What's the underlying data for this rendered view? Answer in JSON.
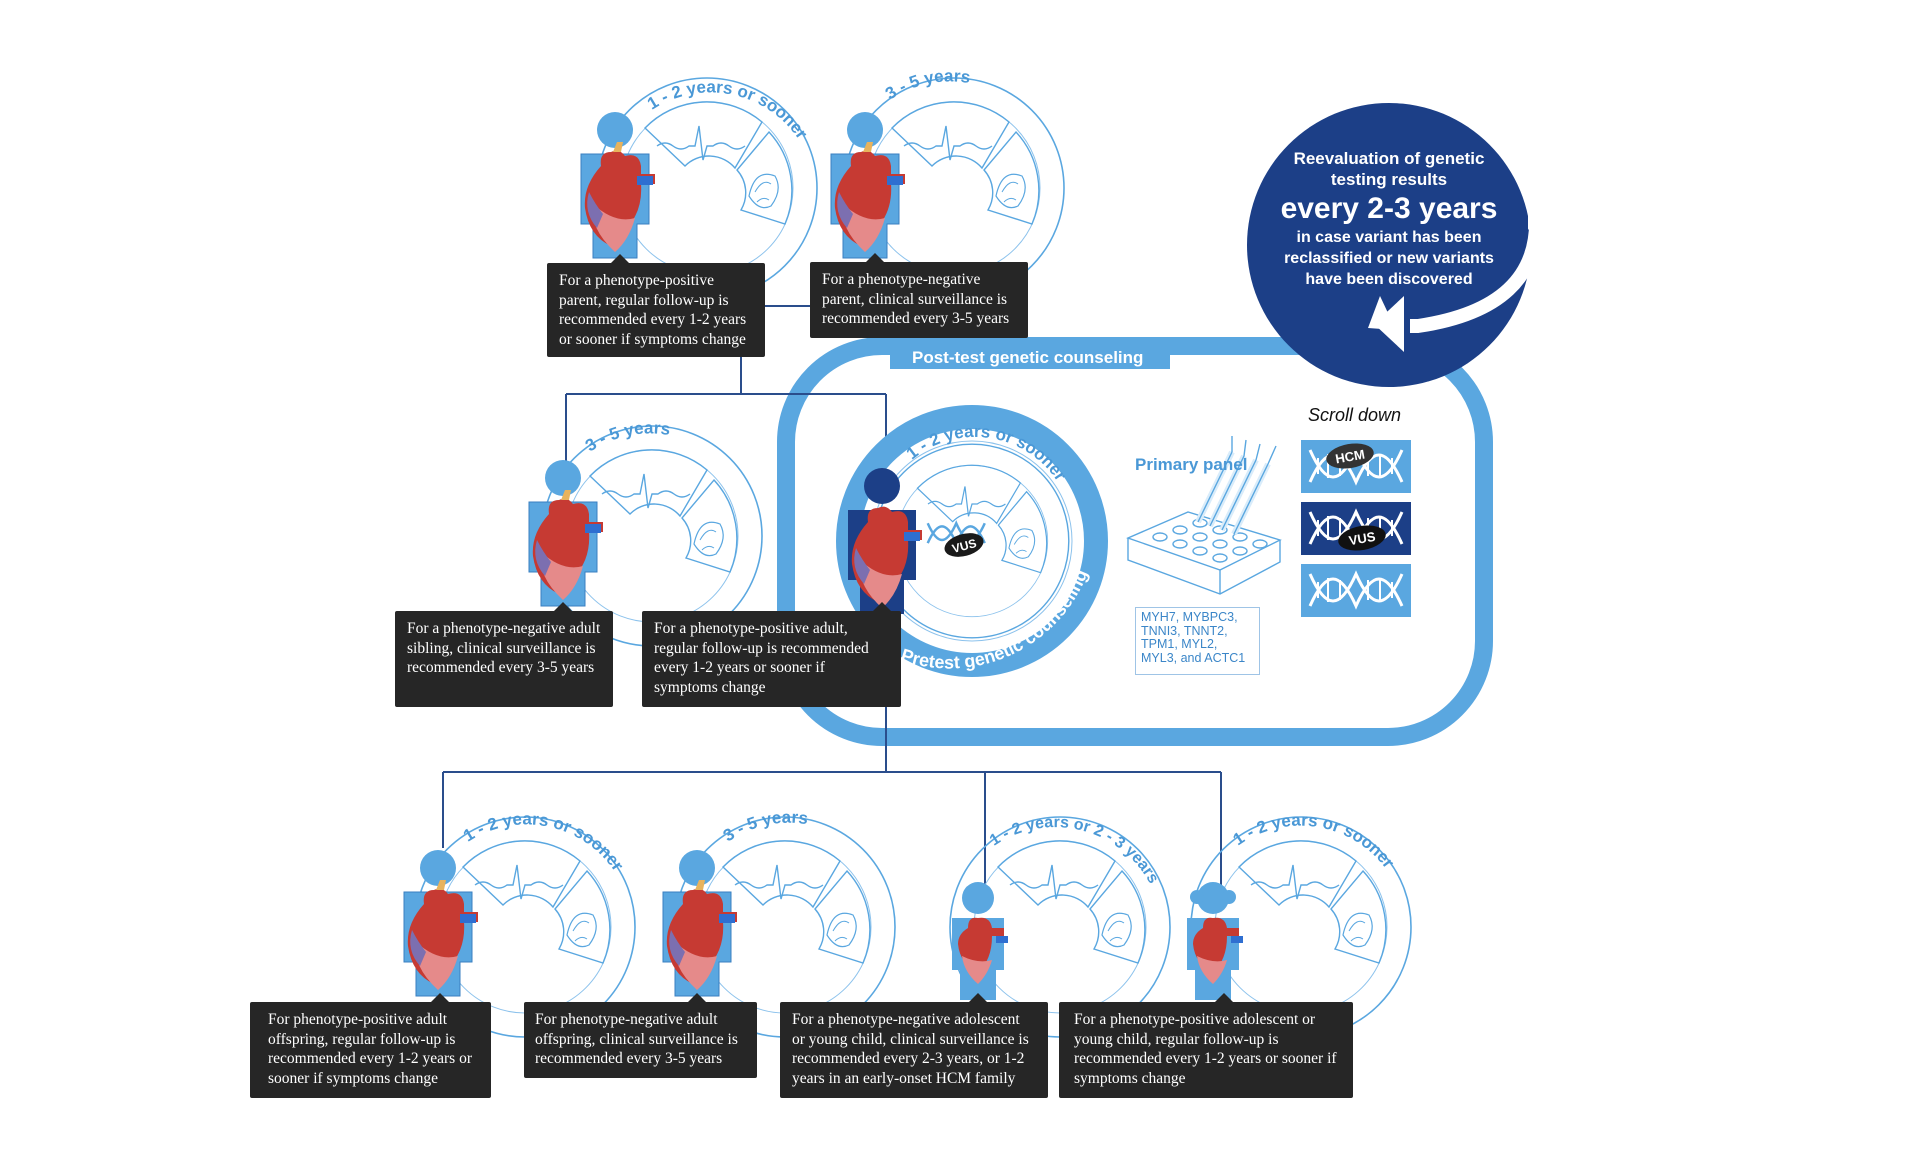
{
  "labels": {
    "p1_years": "1 - 2 years or sooner",
    "p2_years": "3 - 5 years",
    "sib_years": "3 - 5 years",
    "proband_years": "1 - 2 years or sooner",
    "pretest": "Pretest genetic counseling",
    "posttest": "Post-test genetic counseling",
    "o1_years": "1 - 2 years or sooner",
    "o2_years": "3 - 5 years",
    "o3_years": "1 - 2 years or 2 - 3 years",
    "o4_years": "1 - 2 years or sooner"
  },
  "captions": {
    "parent_positive": "For a phenotype-positive parent, regular follow-up is recommended every 1-2 years or sooner if symptoms change",
    "parent_negative": "For a phenotype-negative parent, clinical surveillance is recommended every 3-5 years",
    "sibling_negative": "For a phenotype-negative adult sibling,  clinical surveillance is recommended every 3-5 years",
    "proband_positive": "For a phenotype-positive adult, regular follow-up is recommended every 1-2 years or sooner if symptoms change",
    "offspring_positive": "For phenotype-positive adult offspring, regular follow-up is recommended every 1-2 years or sooner if symptoms change",
    "offspring_negative": "For phenotype-negative adult offspring, clinical surveillance is recommended every 3-5 years",
    "child_negative": "For a phenotype-negative adolescent or young child, clinical surveillance is recommended every 2-3 years, or 1-2 years in an early-onset HCM family",
    "child_positive": "For a phenotype-positive adolescent or young child, regular follow-up is recommended every 1-2 years or sooner if symptoms change"
  },
  "reevaluation": {
    "line1": "Reevaluation of genetic",
    "line2": "testing results",
    "big": "every 2-3 years",
    "line3": "in case variant has been",
    "line4": "reclassified or new variants",
    "line5": "have been discovered"
  },
  "panel": {
    "title": "Primary panel",
    "genes": "MYH7, MYBPC3, TNNI3, TNNT2, TPM1, MYL2, MYL3, and ACTC1",
    "scroll": "Scroll down",
    "tag_hcm": "HCM",
    "tag_vus": "VUS",
    "proband_tag": "VUS"
  },
  "colors": {
    "light_blue": "#5aa7e0",
    "dark_blue": "#1c3f87",
    "line_blue": "#2a4d8c",
    "caption_bg": "#262626"
  }
}
